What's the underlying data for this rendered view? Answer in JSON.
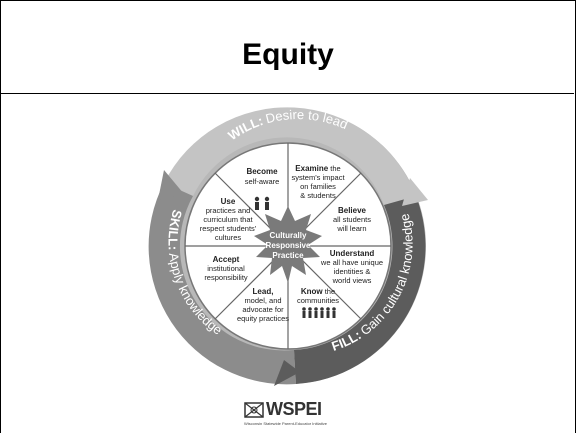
{
  "slide": {
    "title": "Equity"
  },
  "ring": {
    "will_prefix": "WILL:",
    "will_text": "Desire to lead",
    "fill_prefix": "FILL:",
    "fill_text": "Gain cultural knowledge",
    "skill_prefix": "SKILL:",
    "skill_text": "Apply knowledge"
  },
  "center": {
    "line1": "Culturally",
    "line2": "Responsive",
    "line3": "Practice"
  },
  "segments": {
    "become": {
      "bold": "Become",
      "l1": "self-aware"
    },
    "examine": {
      "bold": "Examine",
      "after": " the",
      "l1": "system's impact",
      "l2": "on families",
      "l3": "& students"
    },
    "believe": {
      "bold": "Believe",
      "l1": "all students",
      "l2": "will learn"
    },
    "understand": {
      "bold": "Understand",
      "l1": "we all have unique",
      "l2": "identities &",
      "l3": "world views"
    },
    "know": {
      "bold": "Know",
      "after": " the",
      "l1": "communities"
    },
    "lead": {
      "bold": "Lead,",
      "l1": "model, and",
      "l2": "advocate for",
      "l3": "equity practices"
    },
    "accept": {
      "bold": "Accept",
      "l1": "institutional",
      "l2": "responsibility"
    },
    "use": {
      "bold": "Use",
      "l1": "practices and",
      "l2": "curriculum that",
      "l3": "respect students'",
      "l4": "cultures"
    }
  },
  "logo": {
    "name": "WSPEI",
    "subtitle": "Wisconsin Statewide Parent-Educator Initiative"
  },
  "colors": {
    "will_arc": "#c4c4c4",
    "fill_arc": "#5c5c5c",
    "skill_arc": "#8c8c8c",
    "segment_bg": "#ffffff",
    "star": "#7a7a7a"
  }
}
